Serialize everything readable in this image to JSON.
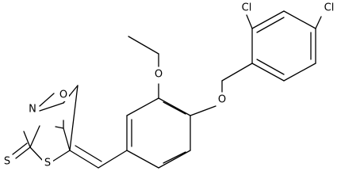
{
  "atoms": {
    "cl_top": "Cl",
    "cl_right": "Cl",
    "o_ethoxy": "O",
    "o_ether": "O",
    "o_carbonyl": "O",
    "n_ring": "N",
    "s_ring": "S",
    "s_thione": "S"
  },
  "colors": {
    "bond": "#000000",
    "background": "#ffffff"
  }
}
